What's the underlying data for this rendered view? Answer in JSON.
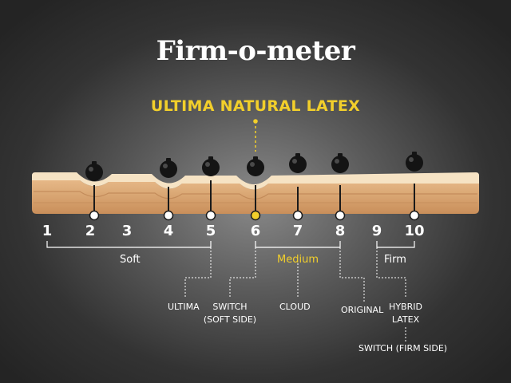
{
  "title": "Firm-o-meter",
  "product": "ULTIMA NATURAL LATEX",
  "scale": [
    "1",
    "2",
    "3",
    "4",
    "5",
    "6",
    "7",
    "8",
    "9",
    "10"
  ],
  "zones": {
    "soft": "Soft",
    "medium": "Medium",
    "firm": "Firm"
  },
  "mattresses": {
    "ultima": "ULTIMA",
    "switch_soft_line1": "SWITCH",
    "switch_soft_line2": "(SOFT SIDE)",
    "cloud": "CLOUD",
    "original": "ORIGINAL",
    "hybrid_line1": "HYBRID",
    "hybrid_line2": "LATEX",
    "switch_firm": "SWITCH (FIRM SIDE)"
  },
  "ratings": {
    "ultima_natural_latex": 6,
    "markers": [
      2,
      4,
      5,
      6,
      7,
      8,
      10
    ]
  },
  "colors": {
    "highlight": "#f2cf2b",
    "text": "#ffffff",
    "mattress_top": "#f6e3c4",
    "mattress_body": "#d8a36e",
    "weight": "#141414"
  },
  "icons": [
    "weight-icon"
  ]
}
